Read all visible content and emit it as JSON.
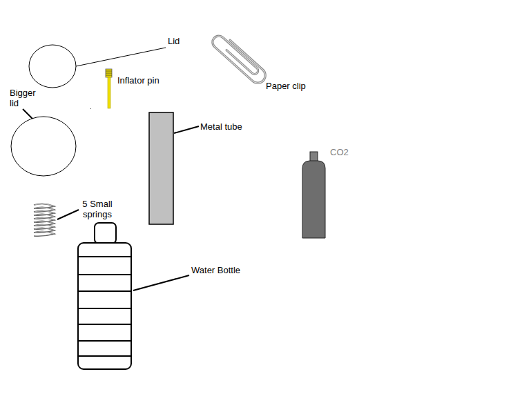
{
  "diagram": {
    "labels": [
      "Lid",
      "Paper clip",
      "Inflator pin",
      "Bigger lid",
      "Metal tube",
      "CO2",
      "5 Small springs",
      "Water Bottle"
    ]
  }
}
